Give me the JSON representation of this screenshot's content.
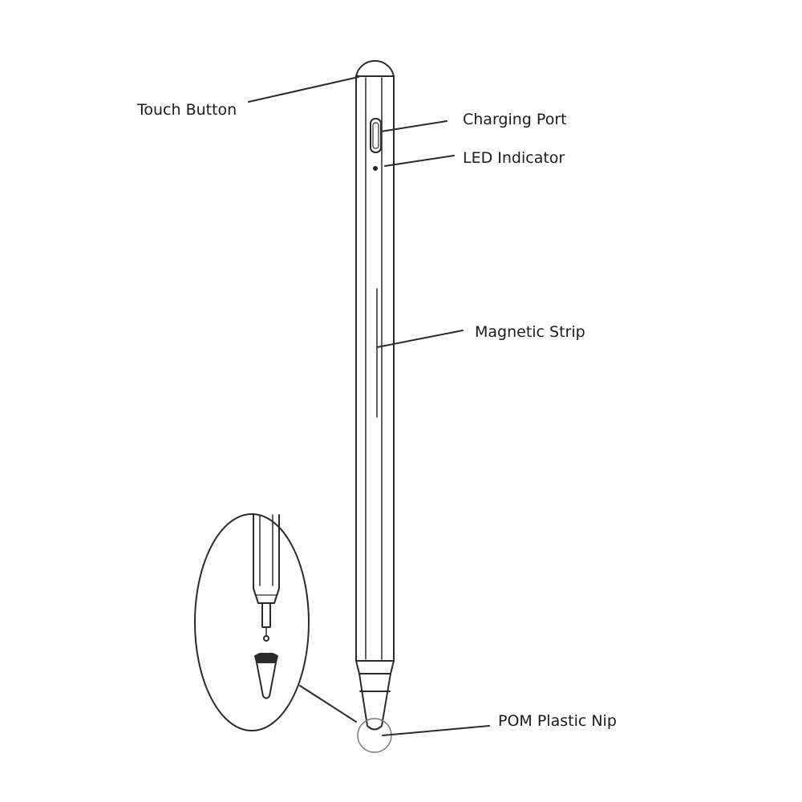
{
  "labels": {
    "touch_button": "Touch Button",
    "charging_port": "Charging Port",
    "led_indicator": "LED Indicator",
    "magnetic_strip": "Magnetic Strip",
    "nip": "POM Plastic Nip"
  },
  "colors": {
    "line": "#2a2a2a",
    "text": "#1a1a1a",
    "background": "#ffffff"
  }
}
